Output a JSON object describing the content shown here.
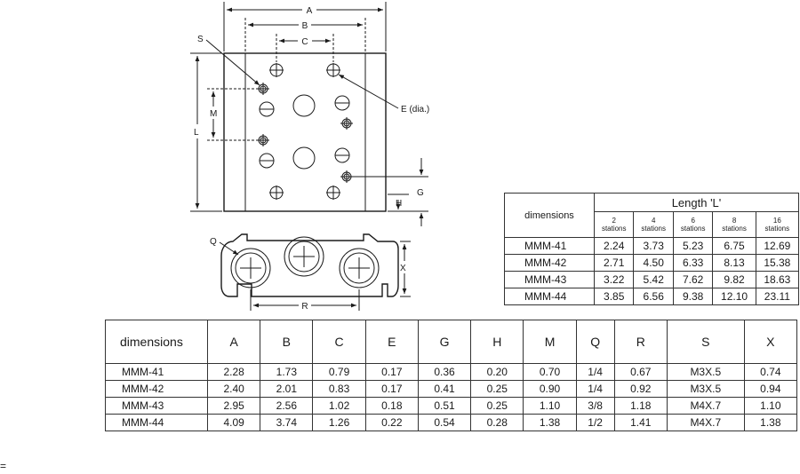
{
  "diagram": {
    "labels": {
      "A": "A",
      "B": "B",
      "C": "C",
      "S": "S",
      "M": "M",
      "L": "L",
      "E": "E (dia.)",
      "G": "G",
      "H": "H",
      "Q": "Q",
      "X": "X",
      "R": "R"
    }
  },
  "length_table": {
    "dimensions_header": "dimensions",
    "length_header": "Length 'L'",
    "stations": [
      {
        "count": "2",
        "unit": "stations"
      },
      {
        "count": "4",
        "unit": "stations"
      },
      {
        "count": "6",
        "unit": "stations"
      },
      {
        "count": "8",
        "unit": "stations"
      },
      {
        "count": "16",
        "unit": "stations"
      }
    ],
    "rows": [
      {
        "name": "MMM-41",
        "values": [
          "2.24",
          "3.73",
          "5.23",
          "6.75",
          "12.69"
        ]
      },
      {
        "name": "MMM-42",
        "values": [
          "2.71",
          "4.50",
          "6.33",
          "8.13",
          "15.38"
        ]
      },
      {
        "name": "MMM-43",
        "values": [
          "3.22",
          "5.42",
          "7.62",
          "9.82",
          "18.63"
        ]
      },
      {
        "name": "MMM-44",
        "values": [
          "3.85",
          "6.56",
          "9.38",
          "12.10",
          "23.11"
        ]
      }
    ]
  },
  "dims_table": {
    "headers": [
      "dimensions",
      "A",
      "B",
      "C",
      "E",
      "G",
      "H",
      "M",
      "Q",
      "R",
      "S",
      "X"
    ],
    "rows": [
      {
        "name": "MMM-41",
        "values": [
          "2.28",
          "1.73",
          "0.79",
          "0.17",
          "0.36",
          "0.20",
          "0.70",
          "1/4",
          "0.67",
          "M3X.5",
          "0.74"
        ]
      },
      {
        "name": "MMM-42",
        "values": [
          "2.40",
          "2.01",
          "0.83",
          "0.17",
          "0.41",
          "0.25",
          "0.90",
          "1/4",
          "0.92",
          "M3X.5",
          "0.94"
        ]
      },
      {
        "name": "MMM-43",
        "values": [
          "2.95",
          "2.56",
          "1.02",
          "0.18",
          "0.51",
          "0.25",
          "1.10",
          "3/8",
          "1.18",
          "M4X.7",
          "1.10"
        ]
      },
      {
        "name": "MMM-44",
        "values": [
          "4.09",
          "3.74",
          "1.26",
          "0.22",
          "0.54",
          "0.28",
          "1.38",
          "1/2",
          "1.41",
          "M4X.7",
          "1.38"
        ]
      }
    ]
  },
  "stray_text": "="
}
